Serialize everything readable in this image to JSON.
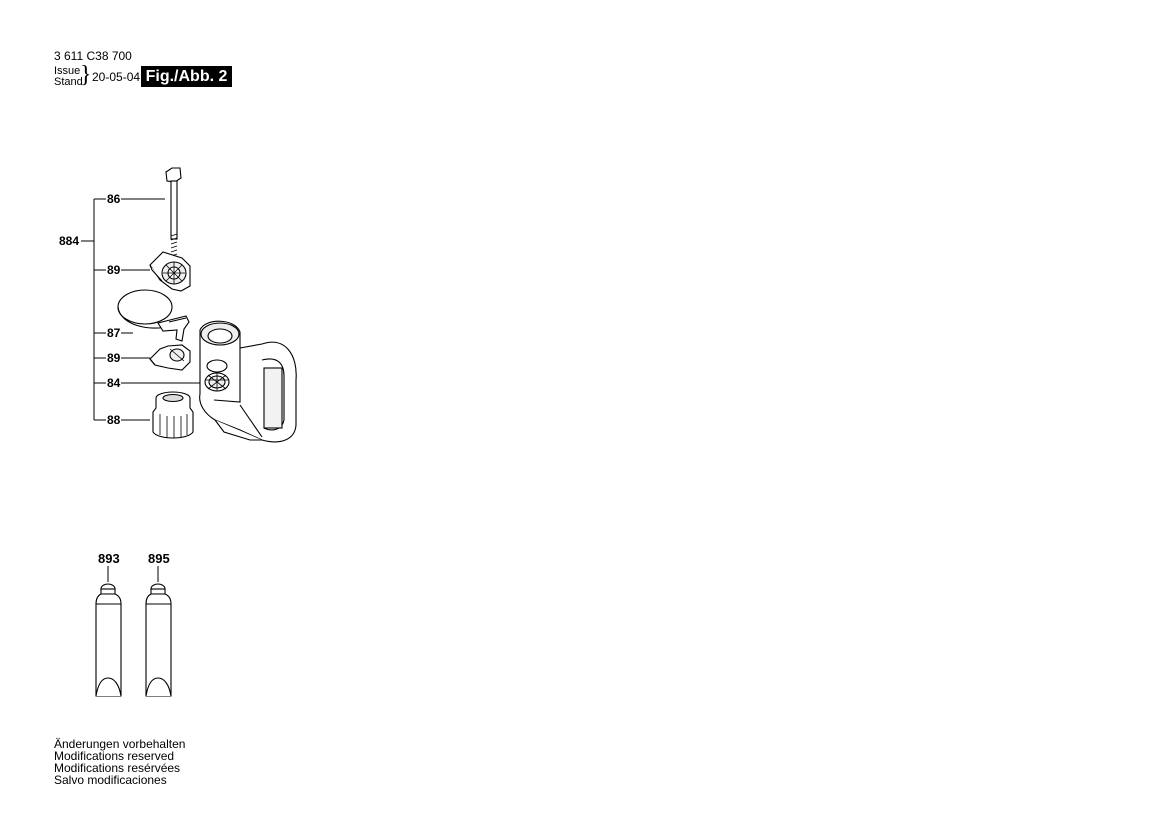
{
  "header": {
    "document_number": "3 611 C38 700",
    "issue_label": "Issue",
    "stand_label": "Stand",
    "brace": "}",
    "date": "20-05-04",
    "figure_label": "Fig./Abb. 2"
  },
  "callouts": {
    "assembly": "884",
    "bolt": "86",
    "clamp_top": "89",
    "clamp_band": "87",
    "clamp_bottom": "89",
    "gear_ring": "84",
    "knob": "88"
  },
  "tubes": {
    "left_label": "893",
    "right_label": "895"
  },
  "notes": [
    "Änderungen vorbehalten",
    "Modifications reserved",
    "Modifications resérvées",
    "Salvo modificaciones"
  ]
}
